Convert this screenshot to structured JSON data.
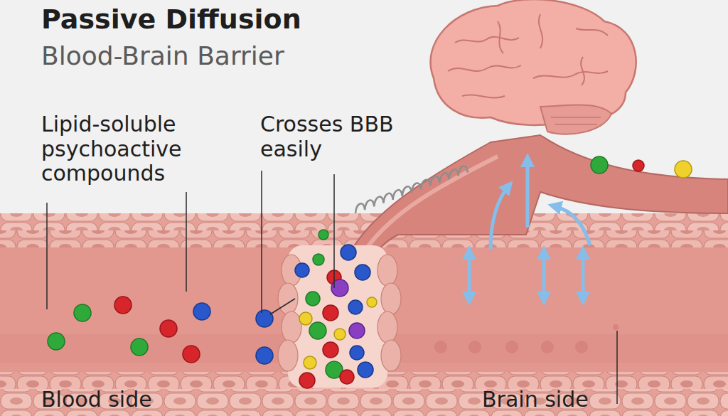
{
  "diagram": {
    "title": "Passive Diffusion",
    "labels": [
      "Blood-Brain Barrier",
      "Lipid-soluble psychoactive compounds",
      "Crosses BBB easily",
      "Blood side",
      "Brain side"
    ]
  }
}
